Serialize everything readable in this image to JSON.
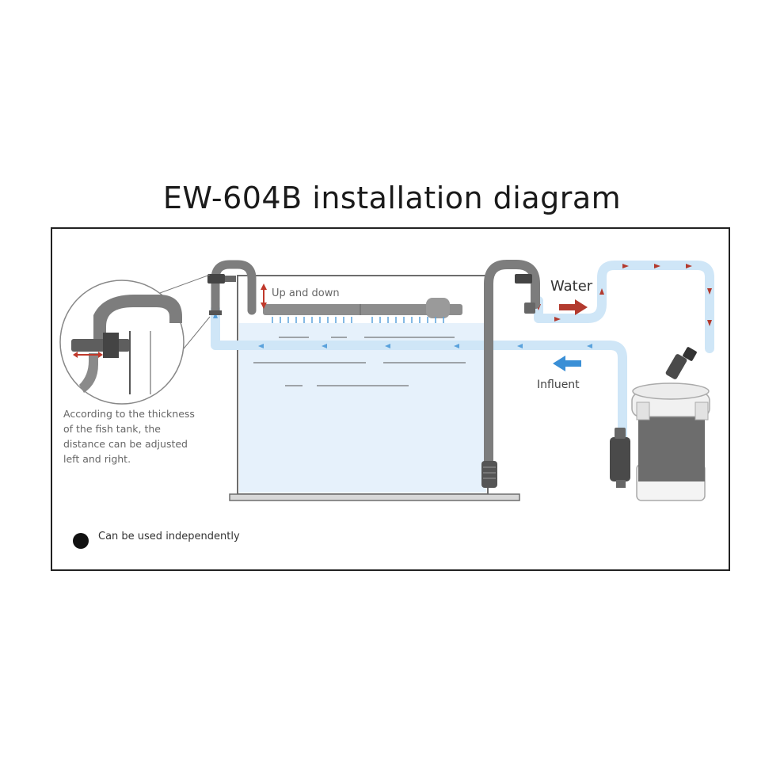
{
  "title": "EW-604B installation diagram",
  "labels": {
    "up_and_down": "Up and down",
    "water": "Water",
    "influent": "Influent",
    "thickness_note": "According to the thickness\n of the fish tank, the\ndistance can be adjusted\nleft and right.",
    "independent": "Can be used independently"
  },
  "colors": {
    "water_flow": "#cfe6f7",
    "arrow_out": "#b33a2e",
    "arrow_in": "#3a8fd6",
    "pipe": "#7d7d7d",
    "tank_water": "#e6f1fb"
  }
}
